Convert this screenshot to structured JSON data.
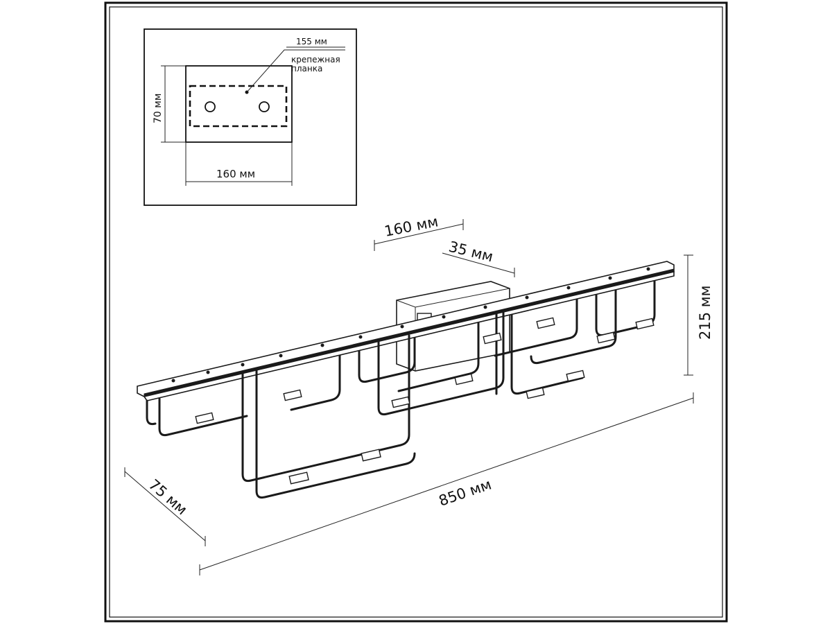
{
  "inset": {
    "top_dimension": "155 мм",
    "plate_label_line1": "крепежная",
    "plate_label_line2": "планка",
    "height_dimension": "70 мм",
    "width_dimension": "160 мм"
  },
  "main": {
    "canopy_width": "160 мм",
    "canopy_depth": "35 мм",
    "height": "215 мм",
    "depth": "75 мм",
    "length": "850 мм"
  }
}
